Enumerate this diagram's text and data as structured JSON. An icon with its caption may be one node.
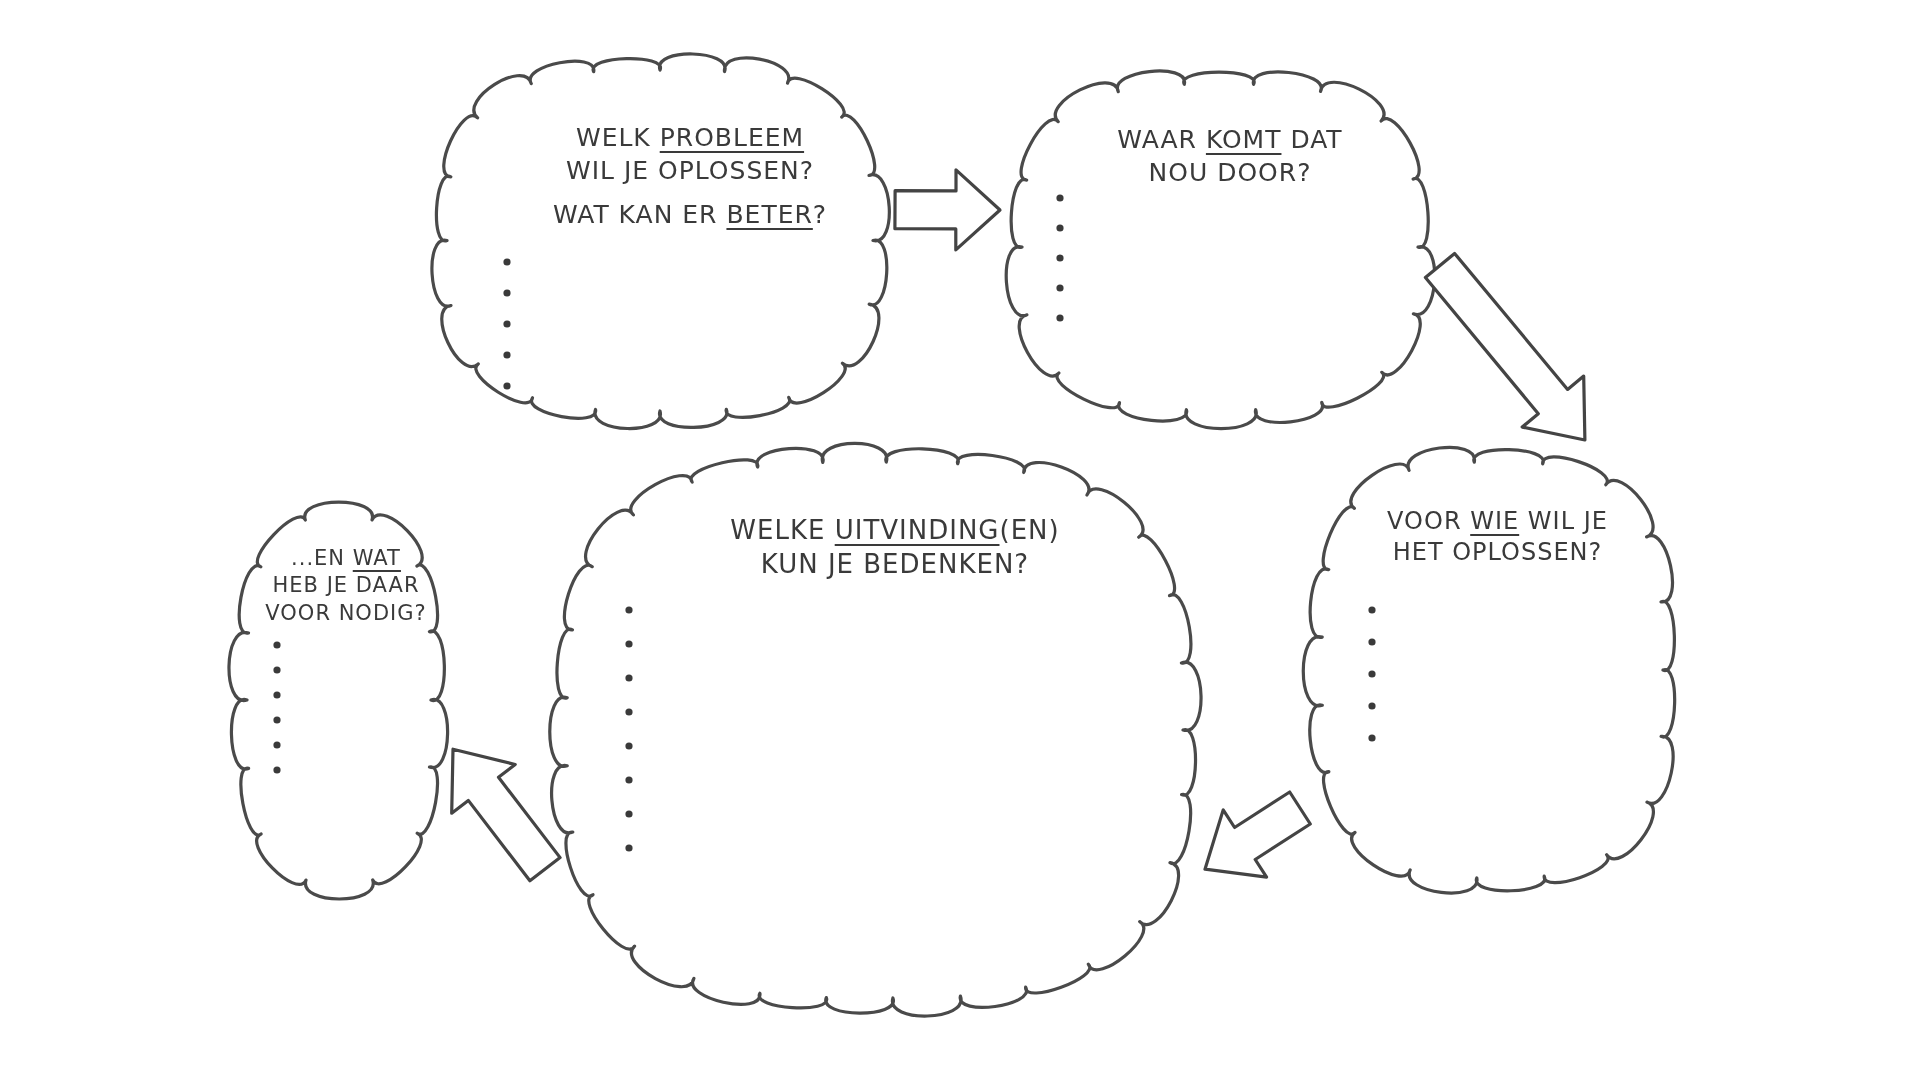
{
  "diagram": {
    "nodes": [
      {
        "text": [
          "WELK **PROBLEEM** WIL JE OPLOSSEN?",
          "WAT KAN ER **BETER**?"
        ]
      },
      {
        "text": [
          "WAAR **KOMT** DAT NOU DOOR?"
        ]
      },
      {
        "text": [
          "...EN **WAT** HEB JE DAAR VOOR NODIG?"
        ]
      },
      {
        "text": [
          "WELKE **UITVINDING**(EN) KUN JE BEDENKEN?"
        ]
      },
      {
        "text": [
          "VOOR **WIE** WIL JE HET OPLOSSEN?"
        ]
      }
    ],
    "edges": [
      {
        "from": 0,
        "to": 1,
        "arrow": "to"
      },
      {
        "from": 1,
        "to": 4,
        "arrow": "to"
      },
      {
        "from": 4,
        "to": 3,
        "arrow": "to"
      },
      {
        "from": 3,
        "to": 2,
        "arrow": "to"
      }
    ]
  }
}
